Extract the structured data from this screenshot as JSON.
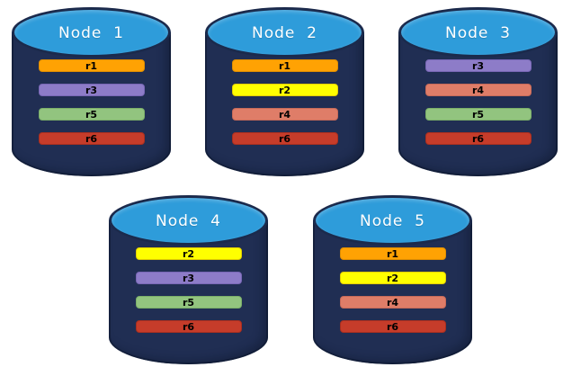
{
  "palette": {
    "r1": {
      "bg": "#FFA203",
      "border": "#E08E00"
    },
    "r2": {
      "bg": "#FFFF00",
      "border": "#E3CE00"
    },
    "r3": {
      "bg": "#8D7CC8",
      "border": "#7867B5"
    },
    "r4": {
      "bg": "#DF7D68",
      "border": "#C66A59"
    },
    "r5": {
      "bg": "#92C47F",
      "border": "#7BAF69"
    },
    "r6": {
      "bg": "#C63C2A",
      "border": "#A92F1F"
    }
  },
  "colors": {
    "cylinder_body": "#202E53",
    "cylinder_top": "#2E9CDA",
    "title_text": "#FFFFFF",
    "bar_text": "#000000"
  },
  "nodes": [
    {
      "label": "Node  1",
      "ranges": [
        {
          "id": "r1"
        },
        {
          "id": "r3"
        },
        {
          "id": "r5"
        },
        {
          "id": "r6"
        }
      ]
    },
    {
      "label": "Node  2",
      "ranges": [
        {
          "id": "r1"
        },
        {
          "id": "r2"
        },
        {
          "id": "r4"
        },
        {
          "id": "r6"
        }
      ]
    },
    {
      "label": "Node  3",
      "ranges": [
        {
          "id": "r3"
        },
        {
          "id": "r4"
        },
        {
          "id": "r5"
        },
        {
          "id": "r6"
        }
      ]
    },
    {
      "label": "Node  4",
      "ranges": [
        {
          "id": "r2"
        },
        {
          "id": "r3"
        },
        {
          "id": "r5"
        },
        {
          "id": "r6"
        }
      ]
    },
    {
      "label": "Node  5",
      "ranges": [
        {
          "id": "r1"
        },
        {
          "id": "r2"
        },
        {
          "id": "r4"
        },
        {
          "id": "r6"
        }
      ]
    }
  ]
}
